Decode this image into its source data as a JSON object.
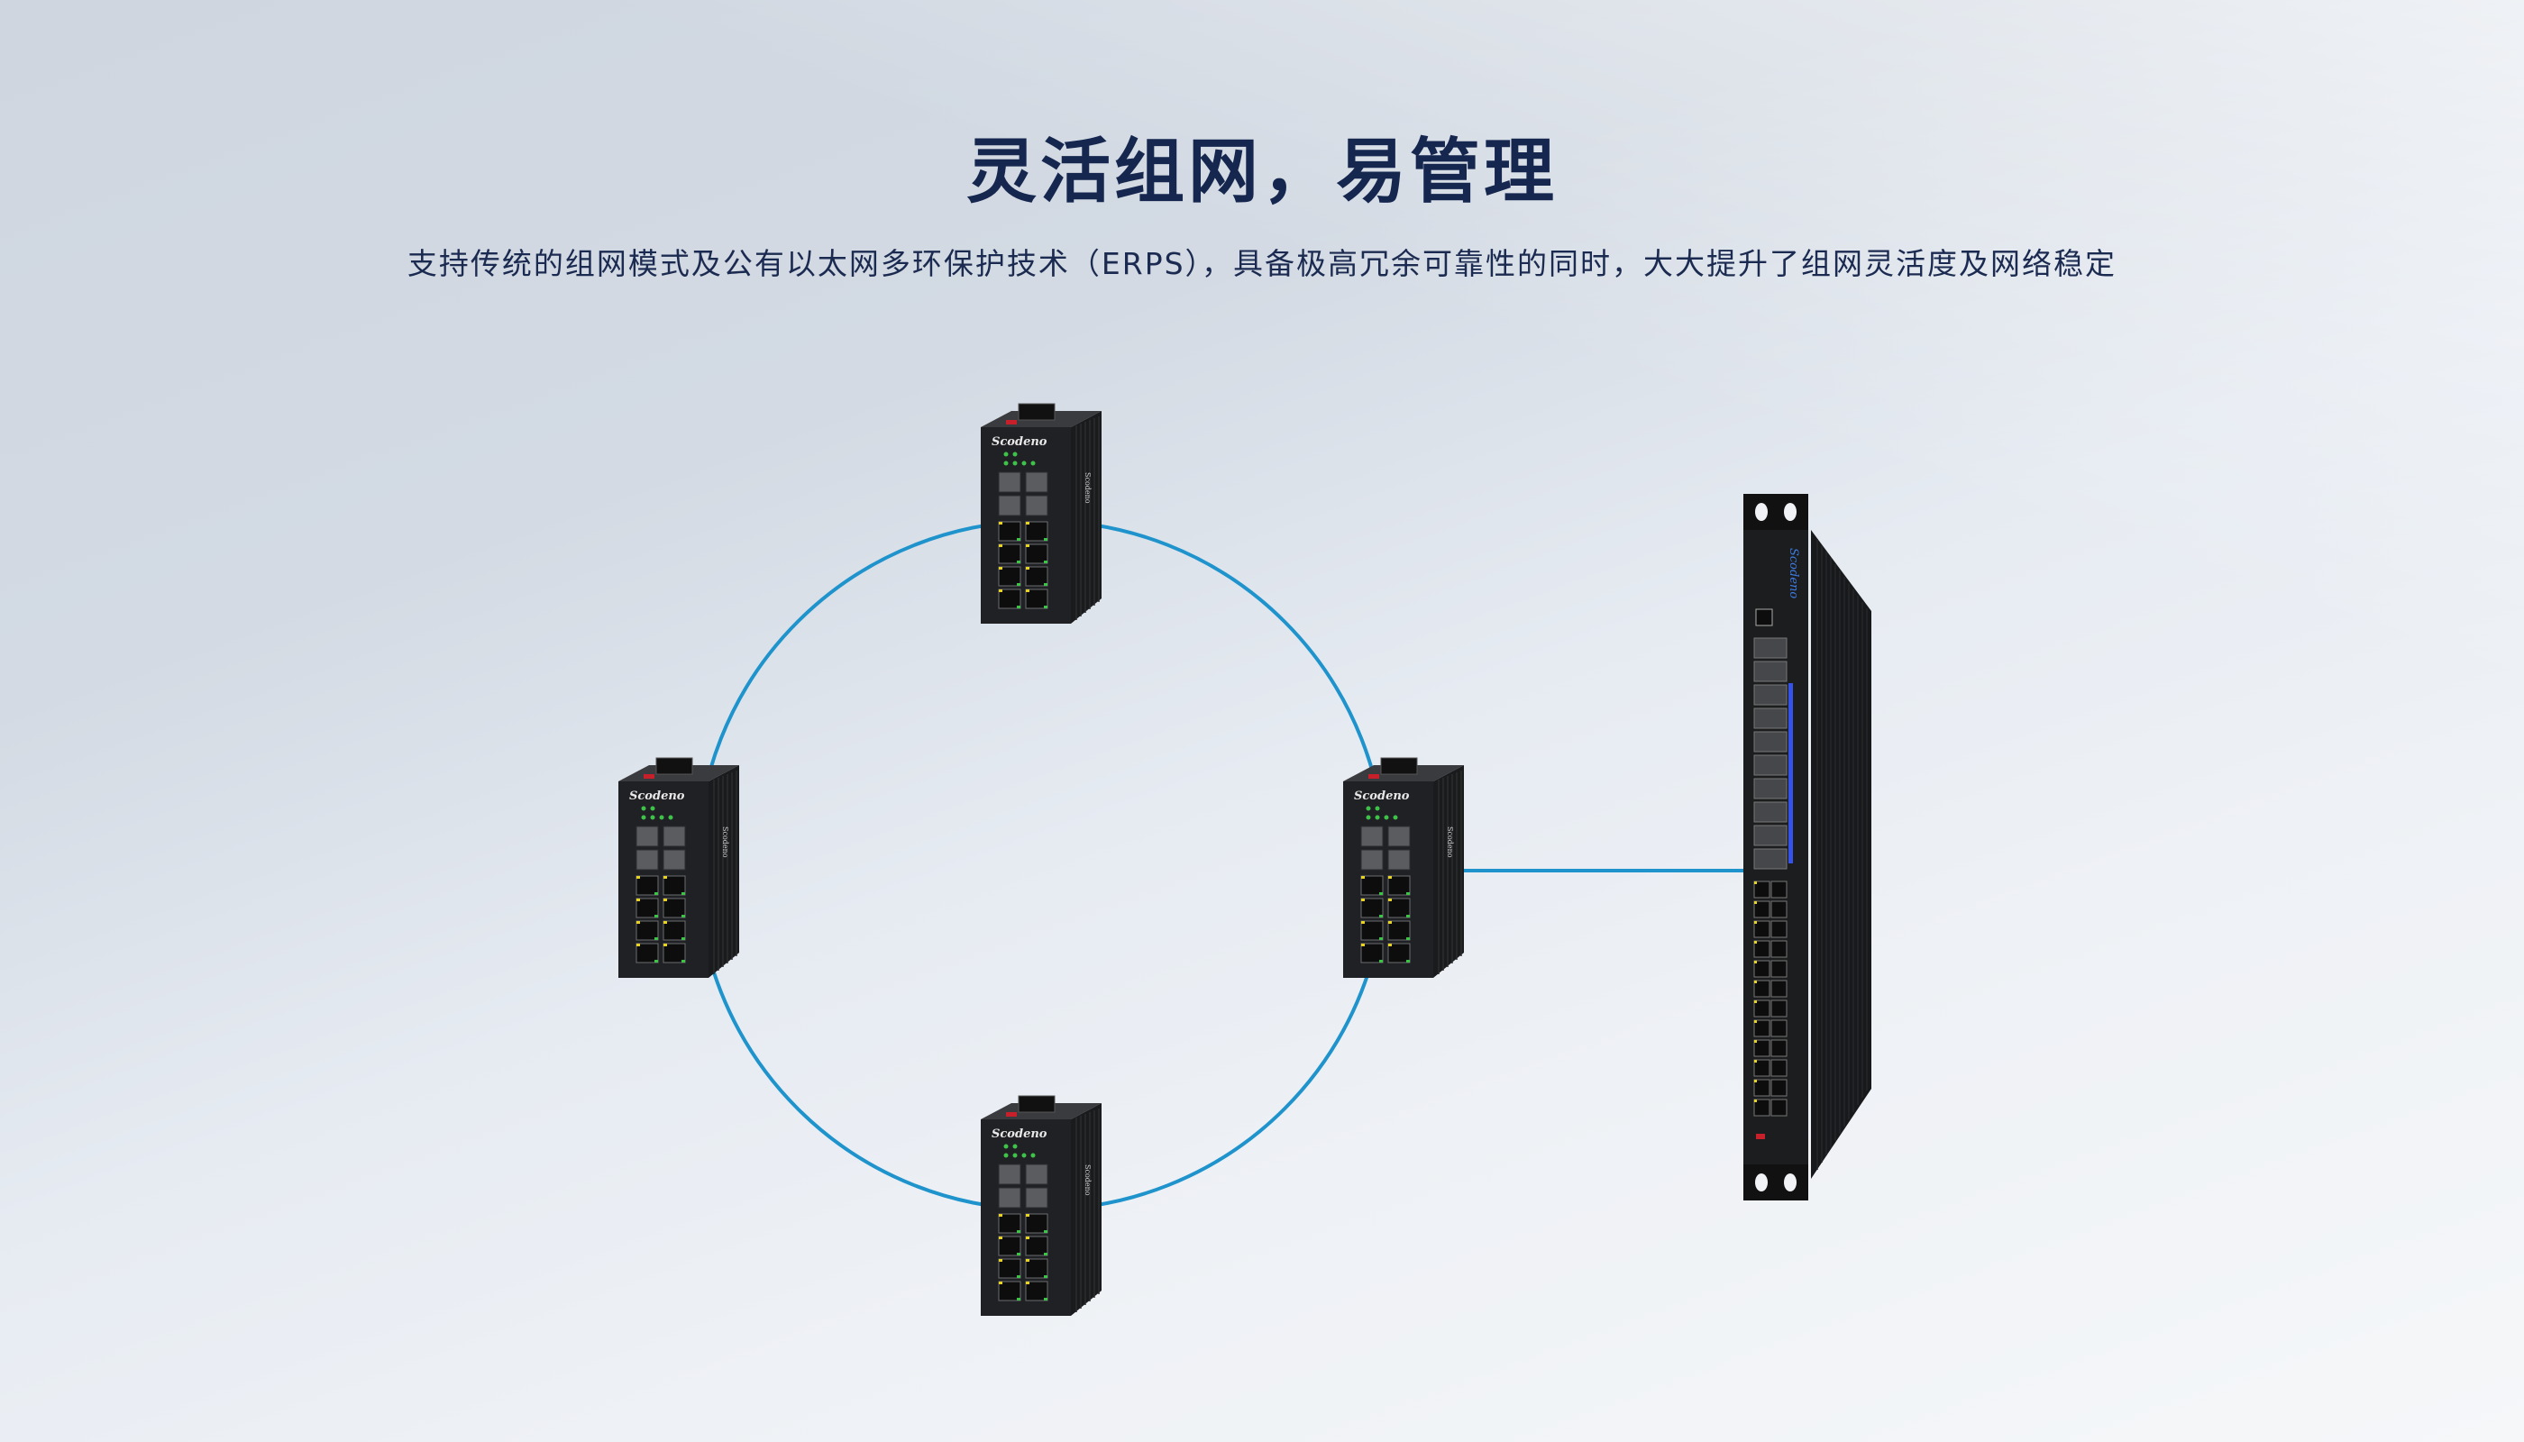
{
  "header": {
    "title": "灵活组网，易管理",
    "subtitle": "支持传统的组网模式及公有以太网多环保护技术（ERPS），具备极高冗余可靠性的同时，大大提升了组网灵活度及网络稳定"
  },
  "diagram": {
    "brand": "Scodeno",
    "ring_color": "#1f93cc",
    "link_color": "#1f93cc",
    "ring_nodes": [
      "top",
      "left",
      "right",
      "bottom"
    ],
    "core_device": "rack-switch"
  }
}
